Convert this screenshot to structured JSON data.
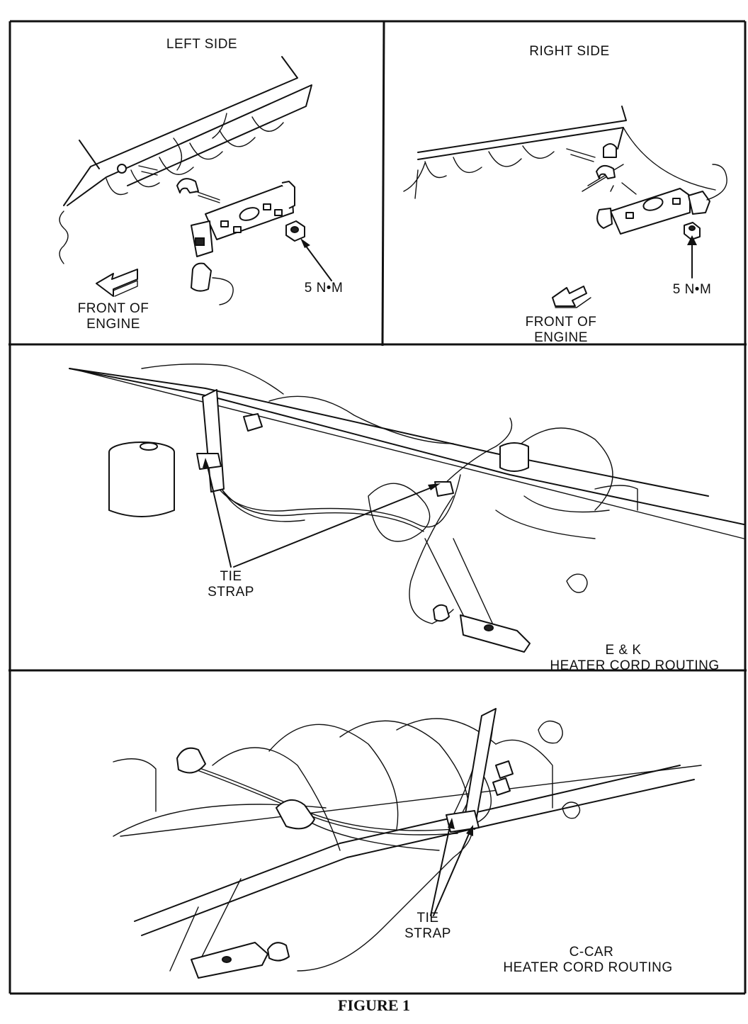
{
  "panels": {
    "left_side": {
      "title": "LEFT SIDE",
      "torque": "5 N•M",
      "front_line1": "FRONT OF",
      "front_line2": "ENGINE"
    },
    "right_side": {
      "title": "RIGHT SIDE",
      "torque": "5 N•M",
      "front_line1": "FRONT OF",
      "front_line2": "ENGINE"
    },
    "ek_routing": {
      "tie_line1": "TIE",
      "tie_line2": "STRAP",
      "title_line1": "E & K",
      "title_line2": "HEATER CORD ROUTING"
    },
    "ccar_routing": {
      "tie_line1": "TIE",
      "tie_line2": "STRAP",
      "title_line1": "C-CAR",
      "title_line2": "HEATER CORD ROUTING"
    }
  },
  "caption": "FIGURE 1"
}
